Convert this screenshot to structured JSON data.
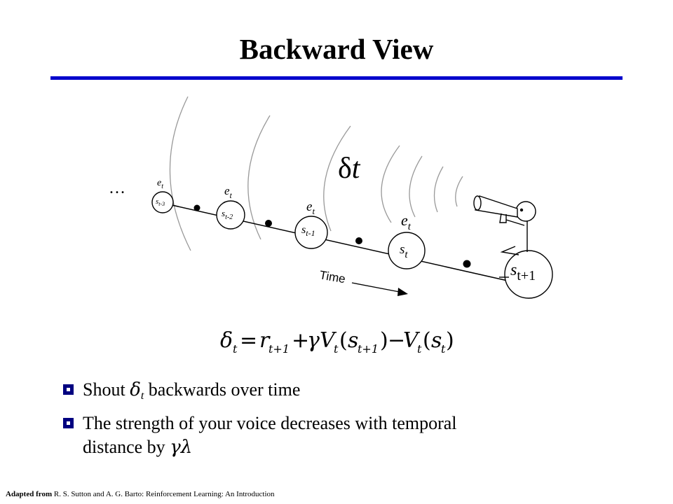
{
  "slide": {
    "title": "Backward View",
    "accent_color": "#0000cc",
    "bullet_color": "#000080"
  },
  "diagram": {
    "ellipsis": "…",
    "delta_symbol": "δ",
    "delta_subscript": "t",
    "time_label": "Time",
    "trace_label": "e",
    "trace_subscript": "t",
    "states": [
      {
        "name": "s",
        "subscript": "t-3"
      },
      {
        "name": "s",
        "subscript": "t-2"
      },
      {
        "name": "s",
        "subscript": "t-1"
      },
      {
        "name": "s",
        "subscript": "t"
      },
      {
        "name": "s",
        "subscript": "t+1"
      }
    ]
  },
  "formula": {
    "delta": "δ",
    "t": "t",
    "equals": "=",
    "r": "r",
    "t_plus_1": "t+1",
    "plus": "+",
    "gamma": "γ",
    "V": "V",
    "open": "(",
    "s": "s",
    "close": ")",
    "minus": "−"
  },
  "bullets": [
    {
      "before": "Shout ",
      "symbol": "δ",
      "subscript": "t",
      "after": " backwards over time"
    },
    {
      "line1": "The strength of your voice decreases with temporal",
      "line2_before": "distance by ",
      "symbol": "γλ"
    }
  ],
  "footer": {
    "bold": "Adapted from",
    "text": " R. S. Sutton and A. G. Barto: Reinforcement Learning: An Introduction"
  }
}
